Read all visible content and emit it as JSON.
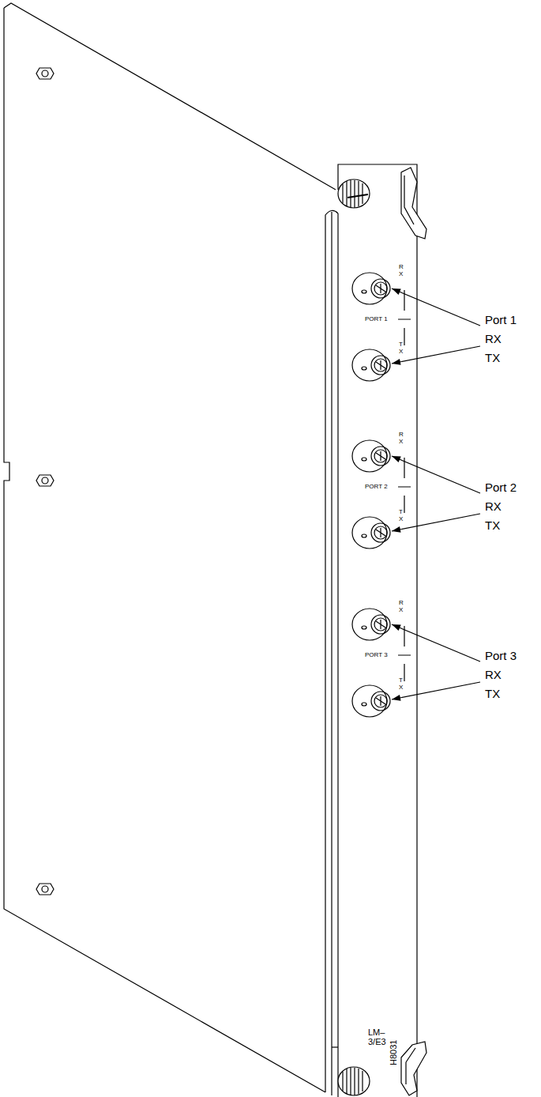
{
  "diagram": {
    "labels": [
      "RX",
      "PORT 1",
      "TX",
      "RX",
      "PORT 2",
      "TX",
      "RX",
      "PORT 3",
      "TX",
      "Port 1",
      "RX",
      "TX",
      "Port 2",
      "RX",
      "TX",
      "Port 3",
      "RX",
      "TX",
      "LM– 3/E3",
      "H8031"
    ]
  }
}
